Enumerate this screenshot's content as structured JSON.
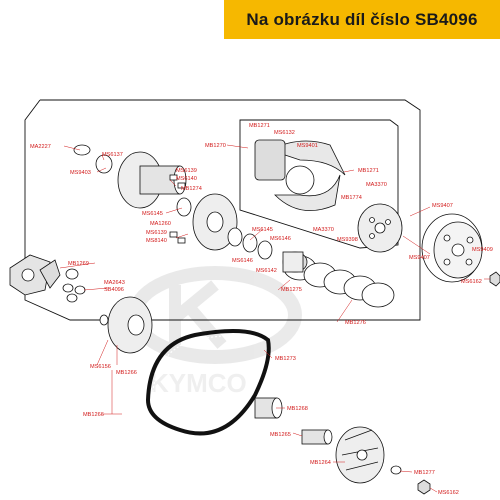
{
  "header": {
    "title": "Na obrázku díl číslo SB4096"
  },
  "colors": {
    "banner": "#f6b800",
    "label": "#d21a1a",
    "watermark": "#d8d8d8",
    "line": "#111111"
  },
  "watermark": {
    "text": "KYMCO"
  },
  "parts": [
    {
      "id": "p01",
      "code": "MA2227"
    },
    {
      "id": "p02",
      "code": "MS6137"
    },
    {
      "id": "p03",
      "code": "MS9403"
    },
    {
      "id": "p04",
      "code": "MS6139"
    },
    {
      "id": "p05",
      "code": "MS6140"
    },
    {
      "id": "p06",
      "code": "MB1274"
    },
    {
      "id": "p07",
      "code": "MS6145"
    },
    {
      "id": "p08",
      "code": "MA1260"
    },
    {
      "id": "p09",
      "code": "MS6139"
    },
    {
      "id": "p10",
      "code": "MS8140"
    },
    {
      "id": "p11",
      "code": "MB1271"
    },
    {
      "id": "p12",
      "code": "MS6132"
    },
    {
      "id": "p13",
      "code": "MB1270"
    },
    {
      "id": "p14",
      "code": "MS9401"
    },
    {
      "id": "p15",
      "code": "MB1271"
    },
    {
      "id": "p16",
      "code": "MA3370"
    },
    {
      "id": "p17",
      "code": "MB1774"
    },
    {
      "id": "p18",
      "code": "MS9407"
    },
    {
      "id": "p19",
      "code": "MA3370"
    },
    {
      "id": "p20",
      "code": "MS9398"
    },
    {
      "id": "p21",
      "code": "MS9407"
    },
    {
      "id": "p22",
      "code": "MS9409"
    },
    {
      "id": "p23",
      "code": "MS6145"
    },
    {
      "id": "p24",
      "code": "MS6146"
    },
    {
      "id": "p25",
      "code": "MS6146"
    },
    {
      "id": "p26",
      "code": "MS6142"
    },
    {
      "id": "p27",
      "code": "MB1275"
    },
    {
      "id": "p28",
      "code": "MS6162"
    },
    {
      "id": "p29",
      "code": "MB1276"
    },
    {
      "id": "p30",
      "code": "MB1269"
    },
    {
      "id": "p31",
      "code": "MA2643"
    },
    {
      "id": "p32",
      "code": "SB4096"
    },
    {
      "id": "p33",
      "code": "MB1273"
    },
    {
      "id": "p34",
      "code": "MS6156"
    },
    {
      "id": "p35",
      "code": "MB1266"
    },
    {
      "id": "p36",
      "code": "MB1268"
    },
    {
      "id": "p37",
      "code": "MB1266"
    },
    {
      "id": "p38",
      "code": "MB1265"
    },
    {
      "id": "p39",
      "code": "MB1264"
    },
    {
      "id": "p40",
      "code": "MB1277"
    },
    {
      "id": "p41",
      "code": "MS6162"
    }
  ]
}
